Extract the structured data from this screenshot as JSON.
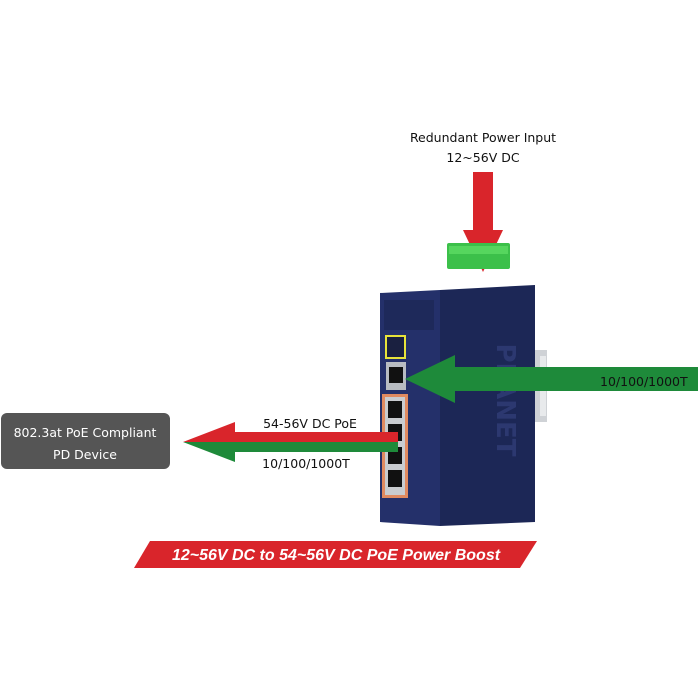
{
  "power_input": {
    "title": "Redundant Power Input",
    "voltage": "12~56V DC"
  },
  "uplink_label": "10/100/1000T",
  "pd_device": {
    "line1": "802.3at PoE Compliant",
    "line2": "PD Device"
  },
  "poe_output": {
    "power_label": "54-56V DC PoE",
    "data_label": "10/100/1000T"
  },
  "banner": "12~56V DC to 54~56V DC PoE Power Boost",
  "device_logo": "PLANET",
  "colors": {
    "red": "#d9252b",
    "green": "#1e8a3a",
    "navy": "#1f2a5e",
    "box": "#555555"
  }
}
